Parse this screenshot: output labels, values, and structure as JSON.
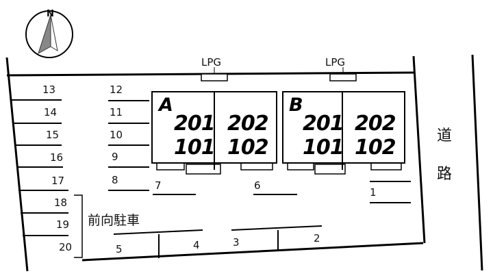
{
  "compass": {
    "north_label": "N",
    "icon": "north-arrow-icon"
  },
  "lpg_labels": [
    "LPG",
    "LPG"
  ],
  "buildings": [
    {
      "name": "A",
      "units_upper": [
        "201",
        "202"
      ],
      "units_lower": [
        "101",
        "102"
      ]
    },
    {
      "name": "B",
      "units_upper": [
        "201",
        "202"
      ],
      "units_lower": [
        "101",
        "102"
      ]
    }
  ],
  "parking_left_column": [
    "13",
    "14",
    "15",
    "16",
    "17"
  ],
  "parking_middle_column": [
    "12",
    "11",
    "10",
    "9",
    "8"
  ],
  "parking_front_facing": [
    "18",
    "19",
    "20"
  ],
  "front_facing_label": "前向駐車",
  "parking_other": [
    "7",
    "6",
    "1",
    "5",
    "4",
    "3",
    "2"
  ],
  "road": {
    "chars": [
      "道",
      "路"
    ]
  }
}
